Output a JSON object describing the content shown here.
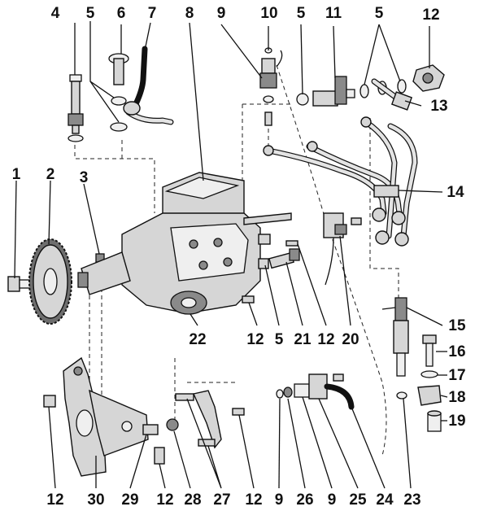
{
  "callouts": [
    {
      "id": "c1",
      "text": "1"
    },
    {
      "id": "c2",
      "text": "2"
    },
    {
      "id": "c3",
      "text": "3"
    },
    {
      "id": "c4",
      "text": "4"
    },
    {
      "id": "c5a",
      "text": "5"
    },
    {
      "id": "c6",
      "text": "6"
    },
    {
      "id": "c7",
      "text": "7"
    },
    {
      "id": "c8",
      "text": "8"
    },
    {
      "id": "c9a",
      "text": "9"
    },
    {
      "id": "c10",
      "text": "10"
    },
    {
      "id": "c5b",
      "text": "5"
    },
    {
      "id": "c11",
      "text": "11"
    },
    {
      "id": "c5c",
      "text": "5"
    },
    {
      "id": "c12a",
      "text": "12"
    },
    {
      "id": "c13",
      "text": "13"
    },
    {
      "id": "c14",
      "text": "14"
    },
    {
      "id": "c15",
      "text": "15"
    },
    {
      "id": "c16",
      "text": "16"
    },
    {
      "id": "c17",
      "text": "17"
    },
    {
      "id": "c18",
      "text": "18"
    },
    {
      "id": "c19",
      "text": "19"
    },
    {
      "id": "c20",
      "text": "20"
    },
    {
      "id": "c12b",
      "text": "12"
    },
    {
      "id": "c21",
      "text": "21"
    },
    {
      "id": "c5d",
      "text": "5"
    },
    {
      "id": "c12c",
      "text": "12"
    },
    {
      "id": "c22",
      "text": "22"
    },
    {
      "id": "c12d",
      "text": "12"
    },
    {
      "id": "c30",
      "text": "30"
    },
    {
      "id": "c29",
      "text": "29"
    },
    {
      "id": "c12e",
      "text": "12"
    },
    {
      "id": "c28",
      "text": "28"
    },
    {
      "id": "c27",
      "text": "27"
    },
    {
      "id": "c12f",
      "text": "12"
    },
    {
      "id": "c9b",
      "text": "9"
    },
    {
      "id": "c26",
      "text": "26"
    },
    {
      "id": "c9c",
      "text": "9"
    },
    {
      "id": "c25",
      "text": "25"
    },
    {
      "id": "c24",
      "text": "24"
    },
    {
      "id": "c23",
      "text": "23"
    }
  ]
}
